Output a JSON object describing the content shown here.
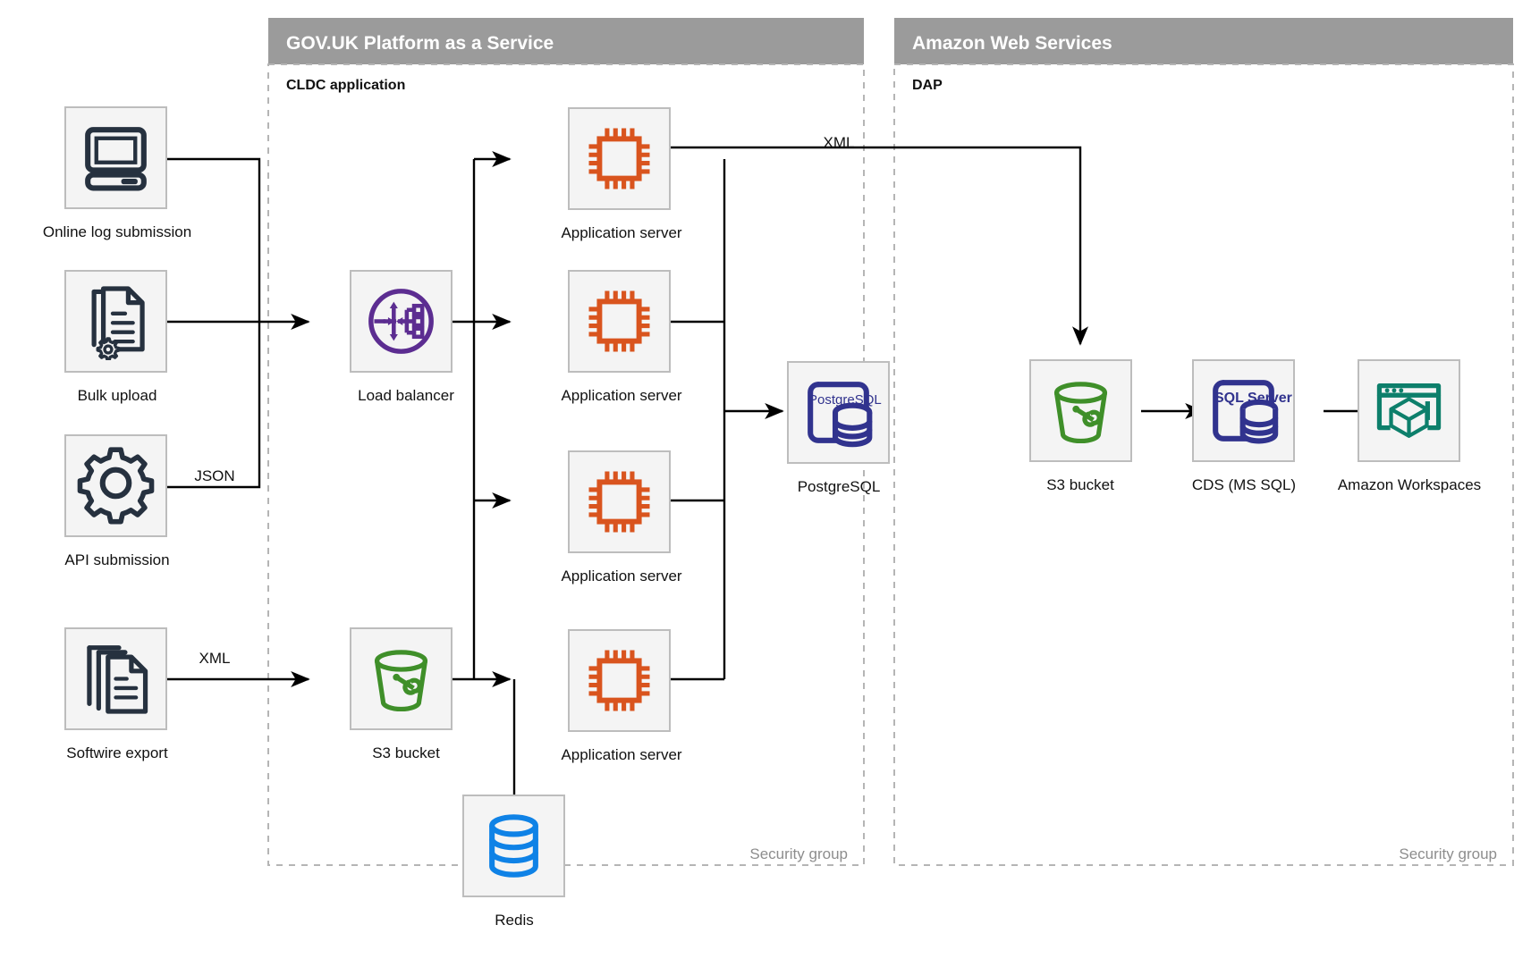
{
  "zones": [
    {
      "id": "govuk-paas",
      "title": "GOV.UK Platform as a Service",
      "group_title": "CLDC application",
      "security_label": "Security group"
    },
    {
      "id": "aws",
      "title": "Amazon Web Services",
      "group_title": "DAP",
      "security_label": "Security group"
    }
  ],
  "sources": [
    {
      "label": "Online log submission",
      "icon": "desktop-computer-icon"
    },
    {
      "label": "Bulk upload",
      "icon": "document-gear-icon"
    },
    {
      "label": "API submission",
      "icon": "gear-icon"
    },
    {
      "label": "Softwire export",
      "icon": "document-stack-icon"
    }
  ],
  "nodes": {
    "load_balancer": {
      "label": "Load balancer",
      "icon": "load-balancer-icon"
    },
    "app_servers": [
      {
        "label": "Application server",
        "icon": "cpu-chip-icon"
      },
      {
        "label": "Application server",
        "icon": "cpu-chip-icon"
      },
      {
        "label": "Application server",
        "icon": "cpu-chip-icon"
      },
      {
        "label": "Application server",
        "icon": "cpu-chip-icon"
      }
    ],
    "postgres": {
      "label": "PostgreSQL",
      "icon": "postgresql-icon",
      "badge": "PostgreSQL"
    },
    "paas_s3": {
      "label": "S3 bucket",
      "icon": "s3-bucket-icon"
    },
    "redis": {
      "label": "Redis",
      "icon": "database-cylinder-icon"
    },
    "aws_s3": {
      "label": "S3 bucket",
      "icon": "s3-bucket-icon"
    },
    "cds": {
      "label": "CDS (MS SQL)",
      "icon": "sql-server-icon",
      "badge": "SQL Server"
    },
    "workspaces": {
      "label": "Amazon Workspaces",
      "icon": "amazon-workspaces-icon"
    }
  },
  "edge_labels": {
    "api_json": "JSON",
    "softwire_xml": "XML",
    "appserver_xml": "XML"
  },
  "colors": {
    "zone_header": "#9b9b9b",
    "tile_fill": "#f4f4f4",
    "tile_stroke": "#bdbdbd",
    "dark_ink": "#26313f",
    "orange": "#d9541e",
    "purple": "#5c2d91",
    "indigo": "#31338e",
    "green": "#3f8f29",
    "blue": "#0f82e6",
    "teal": "#0d7f6b",
    "muted": "#8d8d8d"
  }
}
